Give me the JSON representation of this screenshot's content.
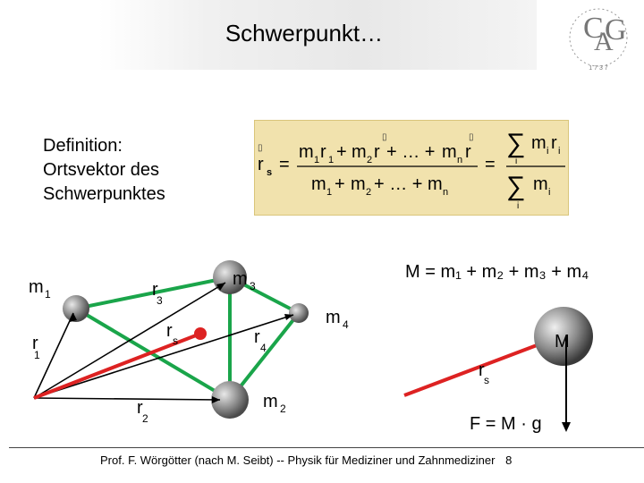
{
  "slide": {
    "title": "Schwerpunkt…",
    "logo_letters": "CAG",
    "logo_ring_text": "1 7 3 7",
    "definition": {
      "line1": "Definition:",
      "line2": "Ortsvektor des",
      "line3": "Schwerpunktes"
    },
    "formula": {
      "lhs": "r",
      "lhs_sub": "s",
      "eq": "=",
      "num_m1": "m",
      "sub1": "1",
      "r1": "r",
      "plus": "+",
      "num_m2": "m",
      "sub2": "2",
      "r2": "r",
      "dots": "+ … +",
      "num_mn": "m",
      "subn": "n",
      "rn": "r",
      "den_m1": "m",
      "den_plus1": "+",
      "den_m2": "m",
      "den_dots": "+ … +",
      "den_mn": "m",
      "sigma": "∑",
      "sum_idx": "i",
      "sum_num_m": "m",
      "sum_num_i": "i",
      "sum_num_r": "r",
      "sum_den_m": "m",
      "sum_den_i": "i",
      "eq2": "="
    },
    "diagram": {
      "m1": "m",
      "m1_sub": "1",
      "m2": "m",
      "m2_sub": "2",
      "m3": "m",
      "m3_sub": "3",
      "m4": "m",
      "m4_sub": "4",
      "r1": "r",
      "r1_sub": "1",
      "r2": "r",
      "r2_sub": "2",
      "r3": "r",
      "r3_sub": "3",
      "r4": "r",
      "r4_sub": "4",
      "rs": "r",
      "rs_sub": "s",
      "total_mass": "M = m₁ + m₂ + m₃ + m₄",
      "big_M": "M",
      "rs2": "r",
      "rs2_sub": "s",
      "force": "F = M · g"
    },
    "footer": {
      "text": "Prof. F. Wörgötter (nach M. Seibt) -- Physik für Mediziner und Zahnmediziner",
      "page": "8"
    },
    "colors": {
      "green_line": "#1aa54a",
      "red_vector": "#dd2222",
      "formula_bg": "#f1e2ad"
    }
  }
}
